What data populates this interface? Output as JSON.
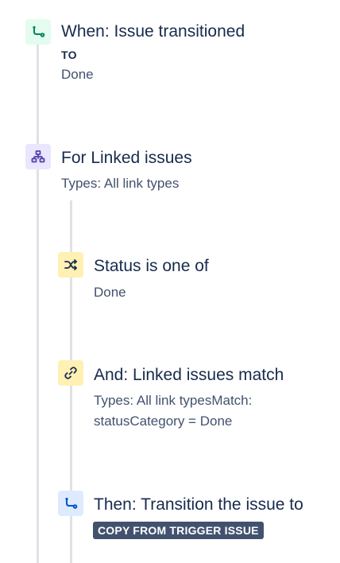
{
  "colors": {
    "trigger_bg": "#e3fcef",
    "trigger_icon": "#00875a",
    "branch_bg": "#eae6ff",
    "branch_icon": "#5243aa",
    "condition_bg": "#fff0b3",
    "condition_icon": "#172b4d",
    "action_bg": "#deebff",
    "action_icon": "#0052cc",
    "rail": "#dfe1e6"
  },
  "trigger": {
    "icon": "trigger-transition-icon",
    "title": "When: Issue transitioned",
    "label": "TO",
    "value": "Done"
  },
  "branch": {
    "icon": "branch-icon",
    "title": "For Linked issues",
    "value": "Types: All link types"
  },
  "condition_status": {
    "icon": "shuffle-icon",
    "title": "Status is one of",
    "value": "Done"
  },
  "condition_linked": {
    "icon": "link-icon",
    "title": "And: Linked issues match",
    "line1": "Types: All link typesMatch:",
    "line2": "statusCategory = Done"
  },
  "action": {
    "icon": "action-transition-icon",
    "title": "Then: Transition the issue to",
    "lozenge": "COPY FROM TRIGGER ISSUE"
  }
}
